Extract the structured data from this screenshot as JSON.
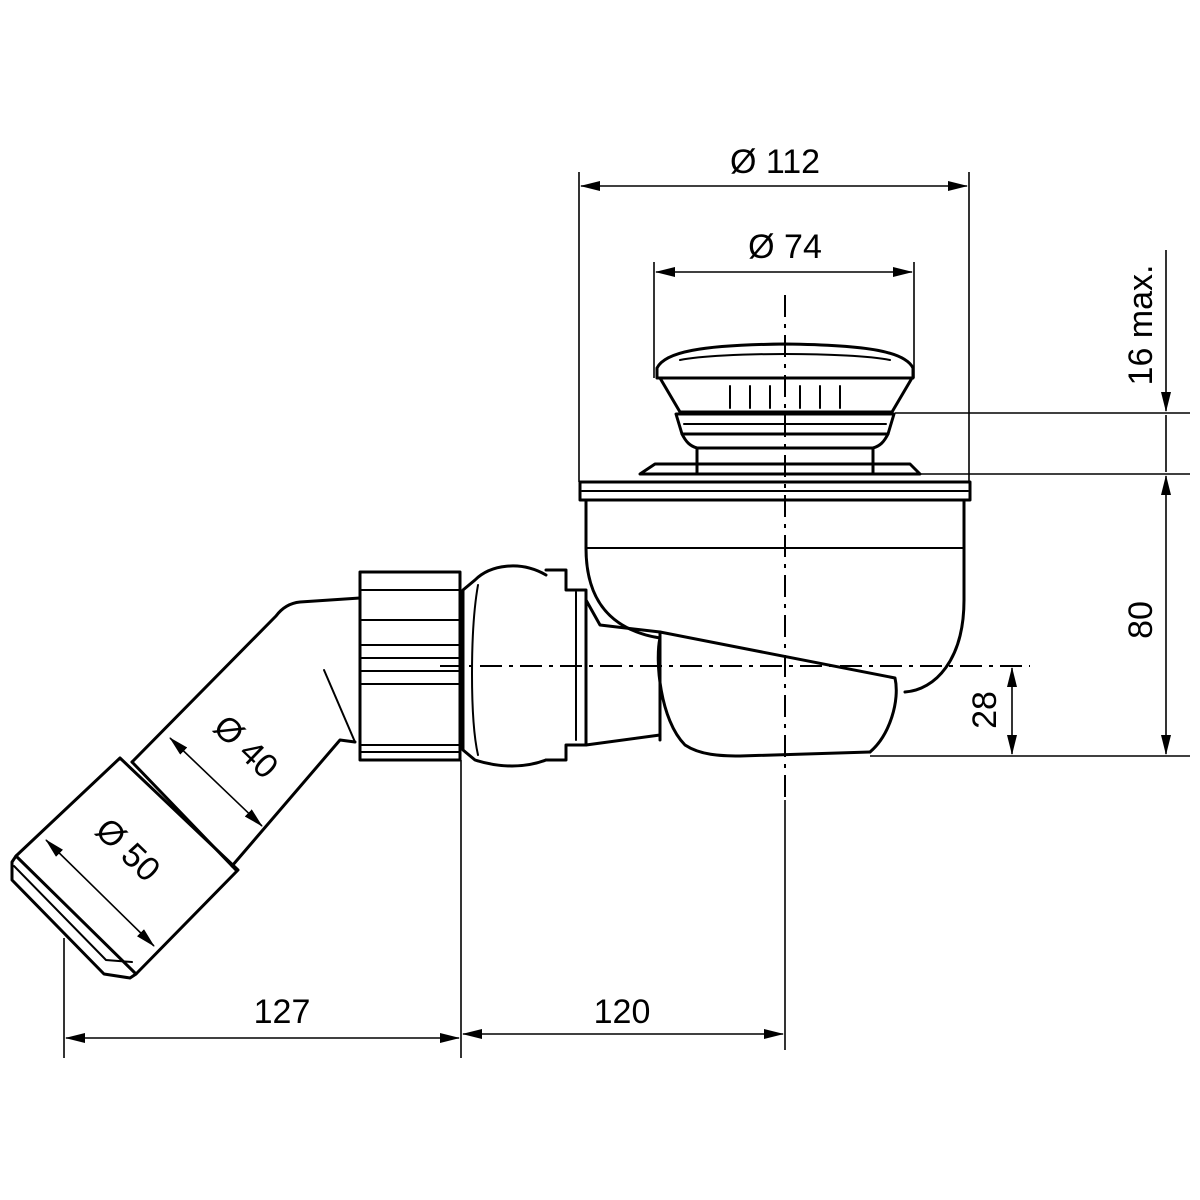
{
  "dimensions": {
    "outer_diameter": "Ø 112",
    "cap_diameter": "Ø 74",
    "cap_height": "16 max.",
    "body_height": "80",
    "outlet_height": "28",
    "pipe_diameter": "Ø 40",
    "adapter_diameter": "Ø 50",
    "elbow_offset": "127",
    "axis_offset": "120"
  }
}
